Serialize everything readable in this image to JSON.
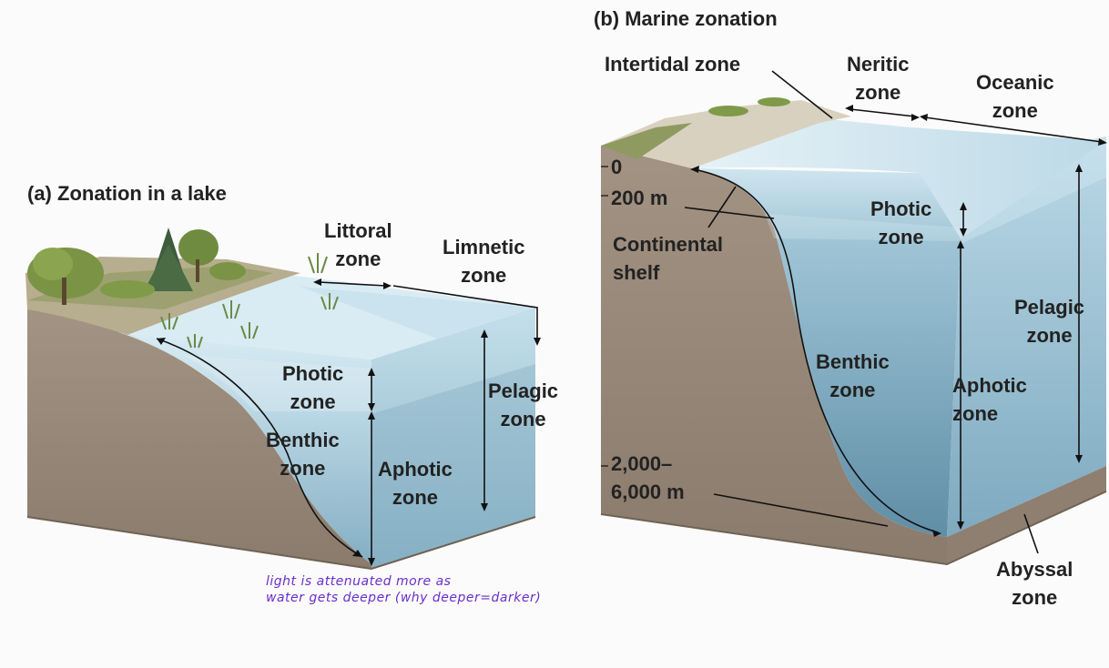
{
  "panel_a": {
    "title": "(a) Zonation in a lake",
    "littoral": [
      "Littoral",
      "zone"
    ],
    "limnetic": [
      "Limnetic",
      "zone"
    ],
    "photic": [
      "Photic",
      "zone"
    ],
    "benthic": [
      "Benthic",
      "zone"
    ],
    "aphotic": [
      "Aphotic",
      "zone"
    ],
    "pelagic": [
      "Pelagic",
      "zone"
    ],
    "note": [
      "light is attenuated more as",
      "water gets deeper (why deeper=darker)"
    ]
  },
  "panel_b": {
    "title": "(b) Marine zonation",
    "intertidal": "Intertidal zone",
    "neritic": [
      "Neritic",
      "zone"
    ],
    "oceanic": [
      "Oceanic",
      "zone"
    ],
    "depth_0": "0",
    "depth_200": "200 m",
    "continental": [
      "Continental",
      "shelf"
    ],
    "photic": [
      "Photic",
      "zone"
    ],
    "pelagic": [
      "Pelagic",
      "zone"
    ],
    "benthic": [
      "Benthic",
      "zone"
    ],
    "aphotic": [
      "Aphotic",
      "zone"
    ],
    "depth_deep": [
      "2,000–",
      "6,000 m"
    ],
    "abyssal": [
      "Abyssal",
      "zone"
    ]
  },
  "colors": {
    "soil": "#9c8c7c",
    "soil_dark": "#7d6e60",
    "water_light": "#bcdbe8",
    "water_deep": "#6f9fb6",
    "annotation": "#6a2fc9"
  }
}
